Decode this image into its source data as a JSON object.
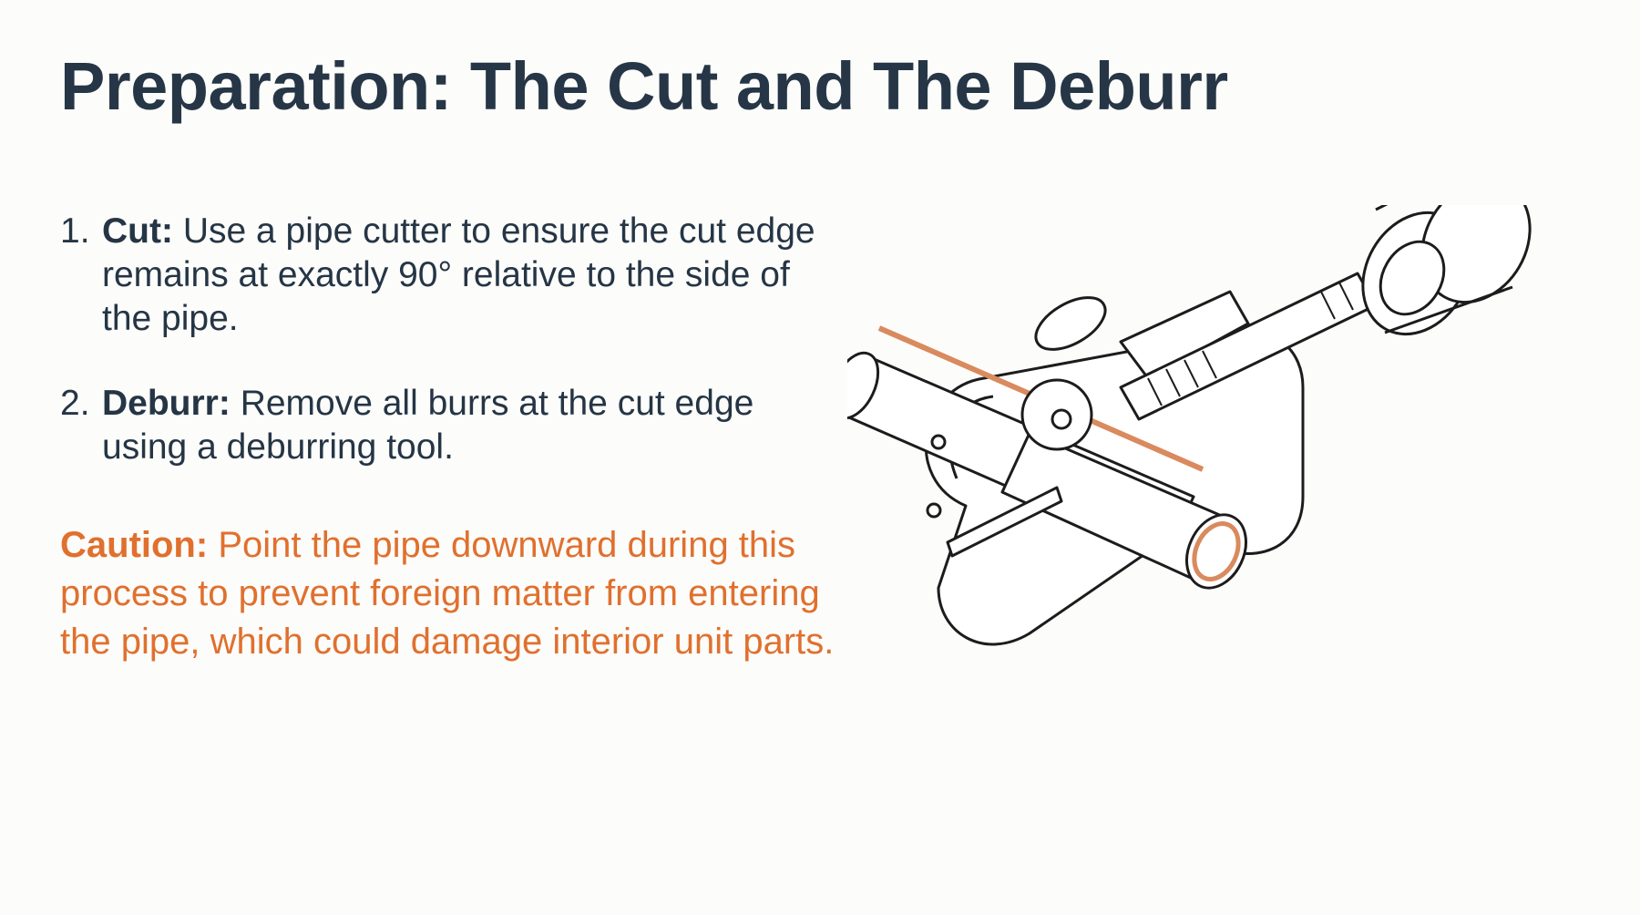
{
  "title": "Preparation: The Cut and The Deburr",
  "steps": [
    {
      "number": "1.",
      "label": "Cut:",
      "text": "Use a pipe cutter to ensure the cut edge remains at exactly 90° relative to the side of the pipe."
    },
    {
      "number": "2.",
      "label": "Deburr:",
      "text": "Remove all burrs at the cut edge using a deburring tool."
    }
  ],
  "caution": {
    "label": "Caution:",
    "text": "Point the pipe downward during this process to prevent foreign matter from entering the pipe, which could damage interior unit parts.",
    "color": "#e0702e"
  },
  "illustration": {
    "icon": "pipe-cutter-icon",
    "pipe_color": "#d98a5e"
  }
}
